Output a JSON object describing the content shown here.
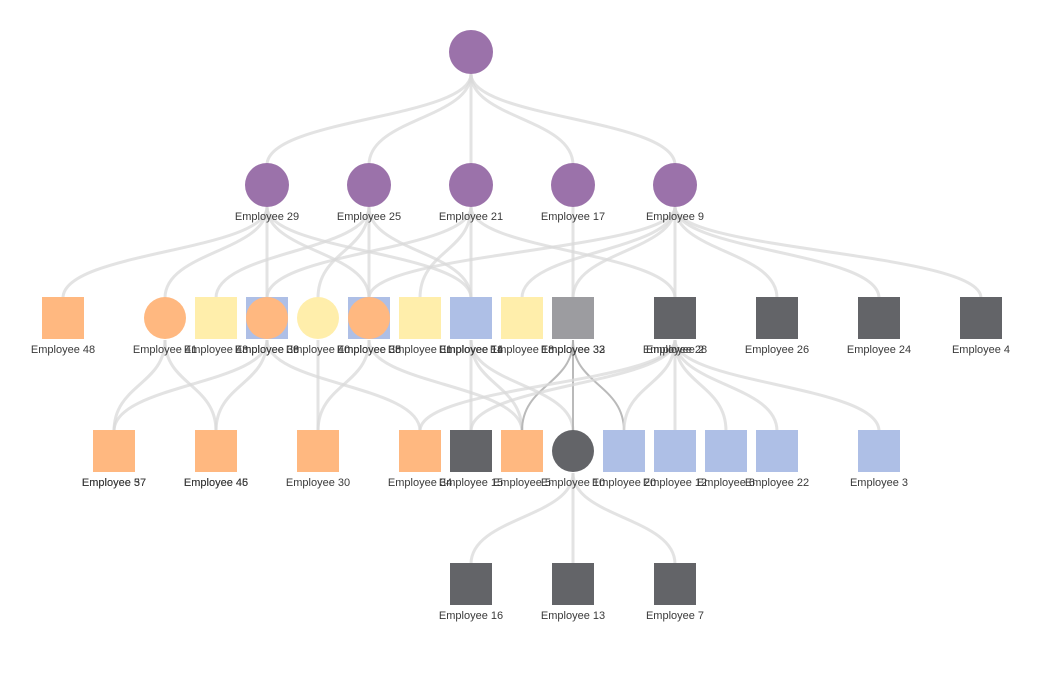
{
  "colors": {
    "purple": "#9b72aa",
    "orange": "#ffb880",
    "yellow": "#ffeeab",
    "blue": "#aebfe6",
    "dark": "#636468",
    "gray": "#9c9ca0"
  },
  "nodes": [
    {
      "id": "root",
      "label": "",
      "shape": "circle",
      "color": "purple"
    },
    {
      "id": "e29",
      "label": "Employee 29",
      "shape": "circle",
      "color": "purple"
    },
    {
      "id": "e25",
      "label": "Employee 25",
      "shape": "circle",
      "color": "purple"
    },
    {
      "id": "e21",
      "label": "Employee 21",
      "shape": "circle",
      "color": "purple"
    },
    {
      "id": "e17",
      "label": "Employee 17",
      "shape": "circle",
      "color": "purple"
    },
    {
      "id": "e9",
      "label": "Employee 9",
      "shape": "circle",
      "color": "purple"
    },
    {
      "id": "e48",
      "label": "Employee 48",
      "shape": "square",
      "color": "orange"
    },
    {
      "id": "e41",
      "label": "Employee 41",
      "shape": "circle",
      "color": "orange"
    },
    {
      "id": "e43",
      "label": "Employee 43",
      "shape": "square",
      "color": "yellow"
    },
    {
      "id": "e39",
      "label": "Employee 39",
      "shape": "square",
      "color": "blue"
    },
    {
      "id": "e36",
      "label": "Employee 36",
      "shape": "circle",
      "color": "orange"
    },
    {
      "id": "e40",
      "label": "Employee 40",
      "shape": "circle",
      "color": "yellow"
    },
    {
      "id": "e35",
      "label": "Employee 35",
      "shape": "square",
      "color": "blue"
    },
    {
      "id": "e38",
      "label": "Employee 38",
      "shape": "circle",
      "color": "orange"
    },
    {
      "id": "e31",
      "label": "Employee 31",
      "shape": "square",
      "color": "yellow"
    },
    {
      "id": "e14",
      "label": "Employee 14",
      "shape": "circle",
      "color": "gray"
    },
    {
      "id": "e11",
      "label": "Employee 11",
      "shape": "square",
      "color": "blue"
    },
    {
      "id": "e18",
      "label": "Employee 18",
      "shape": "square",
      "color": "yellow"
    },
    {
      "id": "e33",
      "label": "Employee 33",
      "shape": "circle",
      "color": "gray"
    },
    {
      "id": "e32",
      "label": "Employee 32",
      "shape": "square",
      "color": "gray"
    },
    {
      "id": "e28",
      "label": "Employee 28",
      "shape": "circle",
      "color": "dark"
    },
    {
      "id": "e2",
      "label": "Employee 2",
      "shape": "square",
      "color": "dark"
    },
    {
      "id": "e26",
      "label": "Employee 26",
      "shape": "square",
      "color": "dark"
    },
    {
      "id": "e24",
      "label": "Employee 24",
      "shape": "square",
      "color": "dark"
    },
    {
      "id": "e4",
      "label": "Employee 4",
      "shape": "square",
      "color": "dark"
    },
    {
      "id": "e37",
      "label": "Employee 37",
      "shape": "square",
      "color": "orange"
    },
    {
      "id": "e57",
      "label": "Employee 57",
      "shape": "square",
      "color": "orange"
    },
    {
      "id": "e45",
      "label": "Employee 45",
      "shape": "square",
      "color": "orange"
    },
    {
      "id": "e46",
      "label": "Employee 46",
      "shape": "square",
      "color": "orange"
    },
    {
      "id": "e30",
      "label": "Employee 30",
      "shape": "square",
      "color": "orange"
    },
    {
      "id": "e34",
      "label": "Employee 34",
      "shape": "square",
      "color": "orange"
    },
    {
      "id": "e15",
      "label": "Employee 15",
      "shape": "square",
      "color": "dark"
    },
    {
      "id": "e5",
      "label": "Employee 5",
      "shape": "square",
      "color": "orange"
    },
    {
      "id": "e10",
      "label": "Employee 10",
      "shape": "circle",
      "color": "dark"
    },
    {
      "id": "e20",
      "label": "Employee 20",
      "shape": "square",
      "color": "blue"
    },
    {
      "id": "e12",
      "label": "Employee 12",
      "shape": "square",
      "color": "blue"
    },
    {
      "id": "e6",
      "label": "Employee 6",
      "shape": "square",
      "color": "blue"
    },
    {
      "id": "e22",
      "label": "Employee 22",
      "shape": "square",
      "color": "blue"
    },
    {
      "id": "e3",
      "label": "Employee 3",
      "shape": "square",
      "color": "blue"
    },
    {
      "id": "e16",
      "label": "Employee 16",
      "shape": "square",
      "color": "dark"
    },
    {
      "id": "e13",
      "label": "Employee 13",
      "shape": "square",
      "color": "dark"
    },
    {
      "id": "e7",
      "label": "Employee 7",
      "shape": "square",
      "color": "dark"
    }
  ],
  "edges": [
    [
      "root",
      "e29"
    ],
    [
      "root",
      "e25"
    ],
    [
      "root",
      "e21"
    ],
    [
      "root",
      "e17"
    ],
    [
      "root",
      "e9"
    ],
    [
      "e29",
      "e48"
    ],
    [
      "e29",
      "e41"
    ],
    [
      "e29",
      "e36"
    ],
    [
      "e29",
      "e35"
    ],
    [
      "e29",
      "e11"
    ],
    [
      "e25",
      "e43"
    ],
    [
      "e25",
      "e40"
    ],
    [
      "e25",
      "e38"
    ],
    [
      "e25",
      "e14"
    ],
    [
      "e21",
      "e39"
    ],
    [
      "e21",
      "e31"
    ],
    [
      "e21",
      "e14"
    ],
    [
      "e21",
      "e2"
    ],
    [
      "e17",
      "e33"
    ],
    [
      "e9",
      "e18"
    ],
    [
      "e9",
      "e28"
    ],
    [
      "e9",
      "e26"
    ],
    [
      "e9",
      "e24"
    ],
    [
      "e9",
      "e4"
    ],
    [
      "e9",
      "e35"
    ],
    [
      "e9",
      "e32"
    ],
    [
      "e41",
      "e37"
    ],
    [
      "e41",
      "e45"
    ],
    [
      "e36",
      "e57"
    ],
    [
      "e36",
      "e46"
    ],
    [
      "e36",
      "e34"
    ],
    [
      "e40",
      "e30"
    ],
    [
      "e35",
      "e5"
    ],
    [
      "e14",
      "e15"
    ],
    [
      "e14",
      "e5"
    ],
    [
      "e14",
      "e10"
    ],
    [
      "e33",
      "e10",
      "dark"
    ],
    [
      "e32",
      "e5",
      "dark"
    ],
    [
      "e33",
      "e20",
      "dark"
    ],
    [
      "e38",
      "e30"
    ],
    [
      "e28",
      "e12"
    ],
    [
      "e28",
      "e6"
    ],
    [
      "e28",
      "e22"
    ],
    [
      "e28",
      "e3"
    ],
    [
      "e28",
      "e34"
    ],
    [
      "e28",
      "e15"
    ],
    [
      "e2",
      "e20"
    ],
    [
      "e10",
      "e16"
    ],
    [
      "e10",
      "e13"
    ],
    [
      "e10",
      "e7"
    ]
  ]
}
